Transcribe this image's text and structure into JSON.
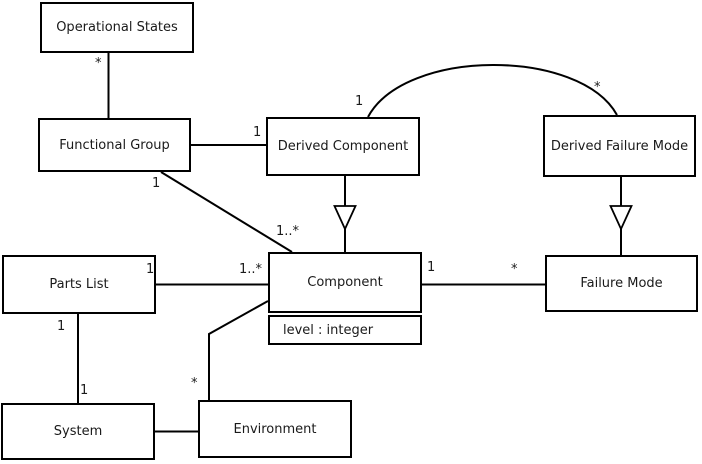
{
  "diagram_type": "uml-class-diagram",
  "colors": {
    "background": "#ffffff",
    "line": "#000000",
    "box_fill": "#ffffff",
    "text": "#1a1a1a"
  },
  "classes": {
    "operational_states": {
      "name": "Operational States"
    },
    "functional_group": {
      "name": "Functional Group"
    },
    "derived_component": {
      "name": "Derived Component"
    },
    "derived_failure_mode": {
      "name": "Derived Failure Mode"
    },
    "parts_list": {
      "name": "Parts List"
    },
    "component": {
      "name": "Component",
      "attribute": "level : integer"
    },
    "failure_mode": {
      "name": "Failure Mode"
    },
    "system": {
      "name": "System"
    },
    "environment": {
      "name": "Environment"
    }
  },
  "relationships": [
    {
      "from": "Operational States",
      "to": "Functional Group",
      "type": "association",
      "from_label": "*"
    },
    {
      "from": "Functional Group",
      "to": "Derived Component",
      "type": "association",
      "to_label": "1"
    },
    {
      "from": "Functional Group",
      "to": "Component",
      "type": "association",
      "from_label": "1",
      "to_label": "1..*"
    },
    {
      "from": "Derived Component",
      "to": "Derived Failure Mode",
      "type": "association",
      "from_label": "1",
      "to_label": "*"
    },
    {
      "from": "Derived Component",
      "to": "Component",
      "type": "generalization"
    },
    {
      "from": "Derived Failure Mode",
      "to": "Failure Mode",
      "type": "generalization"
    },
    {
      "from": "Parts List",
      "to": "Component",
      "type": "association",
      "from_label": "1",
      "to_label": "1..*"
    },
    {
      "from": "Component",
      "to": "Failure Mode",
      "type": "association",
      "from_label": "1",
      "to_label": "*"
    },
    {
      "from": "Parts List",
      "to": "System",
      "type": "association",
      "from_label": "1",
      "to_label": "1"
    },
    {
      "from": "System",
      "to": "Environment",
      "type": "association"
    },
    {
      "from": "Component",
      "to": "Environment",
      "type": "association",
      "to_label": "*"
    }
  ]
}
